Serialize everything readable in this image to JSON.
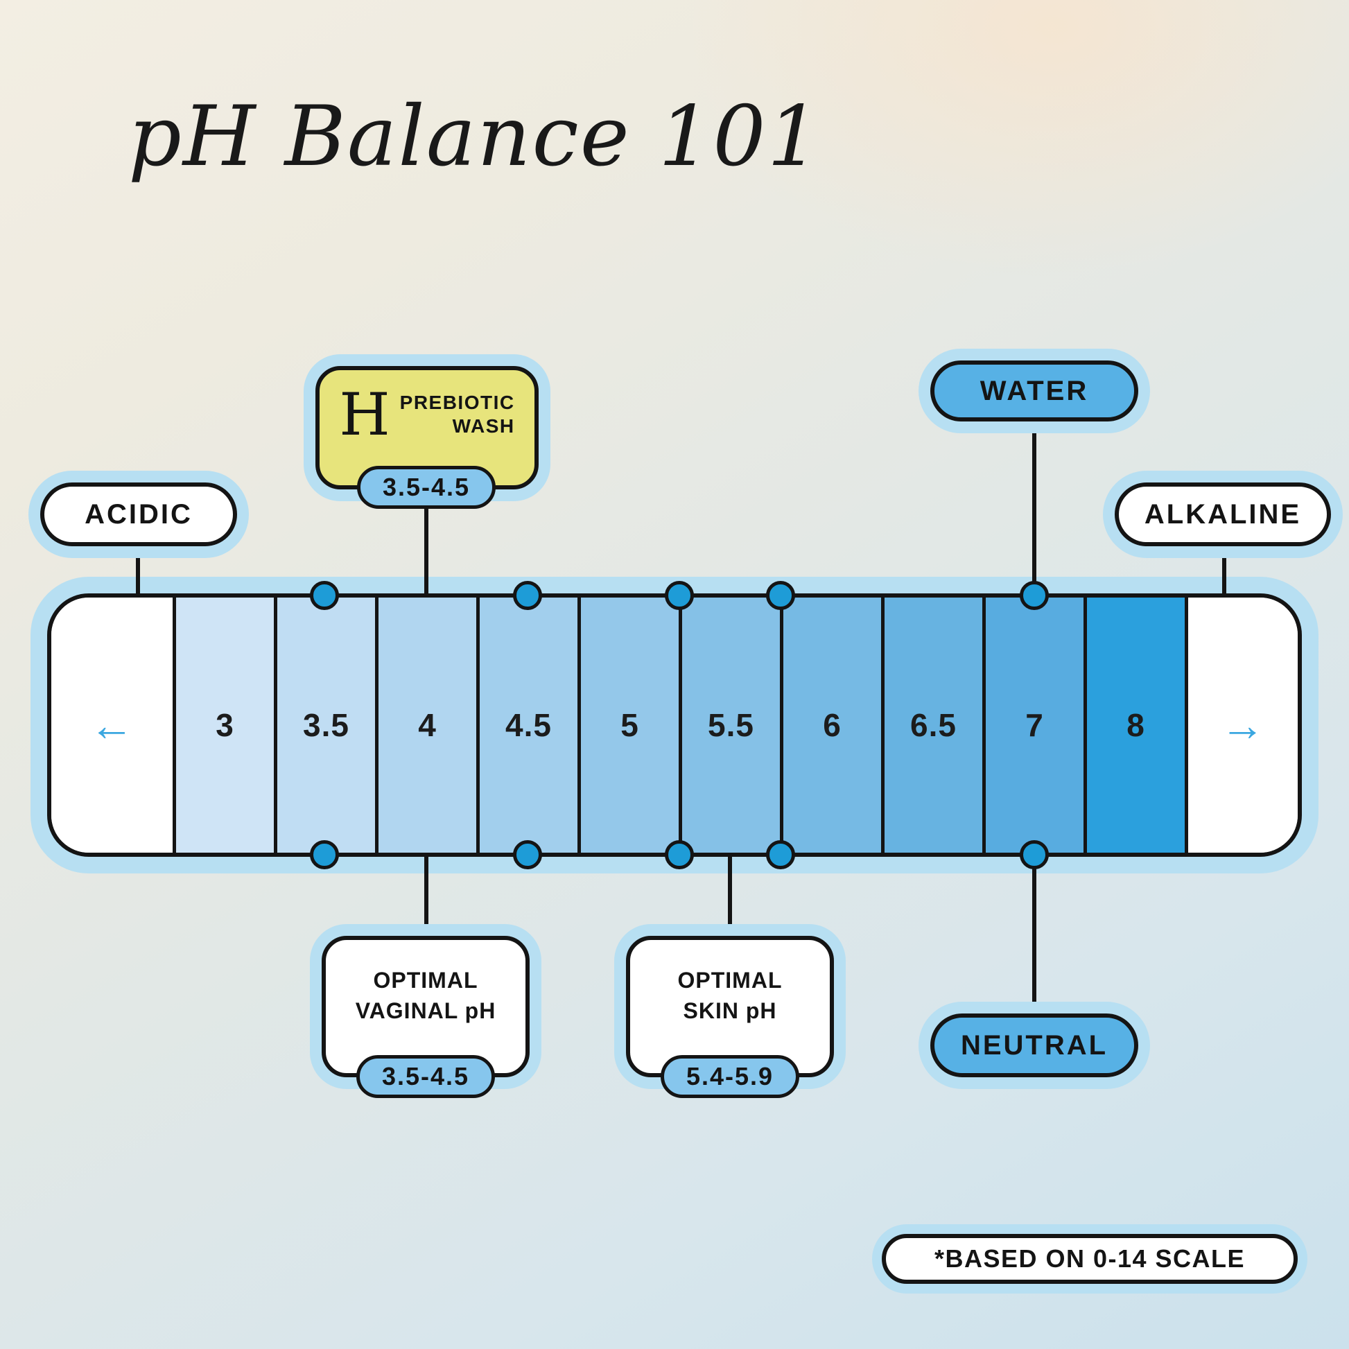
{
  "title": "pH Balance 101",
  "colors": {
    "halo_blue": "#b7dff2",
    "pill_blue": "#57b1e5",
    "range_pill_blue": "#86c6ed",
    "brand_yellow": "#e7e47c",
    "dot_blue": "#1e9cd7",
    "arrow_blue": "#3ba7e0",
    "ink": "#141414"
  },
  "scale": {
    "left_arrow": "←",
    "right_arrow": "→",
    "segments": [
      {
        "label": "3",
        "color": "#cfe4f6"
      },
      {
        "label": "3.5",
        "color": "#c0ddf3"
      },
      {
        "label": "4",
        "color": "#b1d6f0"
      },
      {
        "label": "4.5",
        "color": "#a2cfed"
      },
      {
        "label": "5",
        "color": "#94c8ea"
      },
      {
        "label": "5.5",
        "color": "#85c1e7"
      },
      {
        "label": "6",
        "color": "#76bae4"
      },
      {
        "label": "6.5",
        "color": "#67b3e1"
      },
      {
        "label": "7",
        "color": "#58ace0"
      },
      {
        "label": "8",
        "color": "#2ba0dd"
      }
    ]
  },
  "callouts": {
    "acidic": {
      "label": "ACIDIC"
    },
    "alkaline": {
      "label": "ALKALINE"
    },
    "water": {
      "label": "WATER"
    },
    "neutral": {
      "label": "NEUTRAL"
    },
    "prebiotic": {
      "brand_letter": "H",
      "line1": "PREBIOTIC",
      "line2": "WASH",
      "range": "3.5-4.5"
    },
    "vaginal": {
      "line1": "OPTIMAL",
      "line2": "VAGINAL pH",
      "range": "3.5-4.5"
    },
    "skin": {
      "line1": "OPTIMAL",
      "line2": "SKIN pH",
      "range": "5.4-5.9"
    },
    "footnote": "*BASED ON 0-14 SCALE"
  }
}
